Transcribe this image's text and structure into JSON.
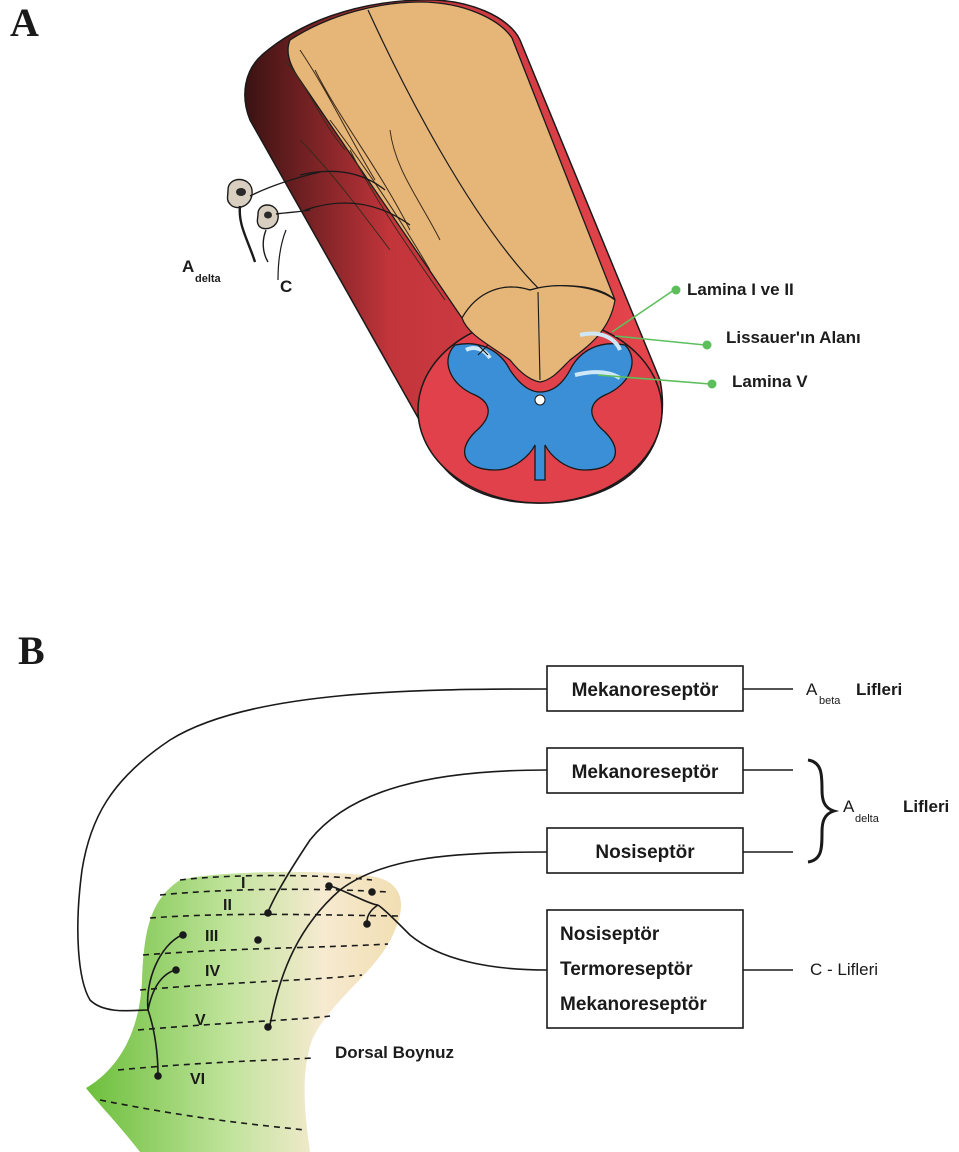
{
  "panel_a": {
    "letter": "A",
    "labels": {
      "lamina_1_2": "Lamina I ve II",
      "lissauer": "Lissauer'ın Alanı",
      "lamina_5": "Lamina V"
    },
    "fiber_a": "A",
    "fiber_a_sub": "delta",
    "fiber_c": "C"
  },
  "panel_b": {
    "letter": "B",
    "boxes": {
      "mech_beta": "Mekanoreseptör",
      "mech_delta": "Mekanoreseptör",
      "noci_delta": "Nosiseptör",
      "noci_c": "Nosiseptör",
      "thermo_c": "Termoreseptör",
      "mech_c": "Mekanoreseptör"
    },
    "fibers": {
      "beta_a": "A",
      "beta_sub": "beta",
      "beta_lifleri": "Lifleri",
      "delta_a": "A",
      "delta_sub": "delta",
      "delta_lifleri": "Lifleri",
      "c_lifleri": "C - Lifleri"
    },
    "laminae": [
      "I",
      "II",
      "III",
      "IV",
      "V",
      "VI"
    ],
    "dorsal_horn": "Dorsal Boynuz"
  },
  "colors": {
    "white_matter": "#e0414a",
    "dorsal_column": "#e6b578",
    "gray_matter": "#3a8fd6",
    "pointer_green": "#5cbf5c",
    "horn_green": "#7cc64e",
    "horn_tan": "#f0dcb0"
  }
}
